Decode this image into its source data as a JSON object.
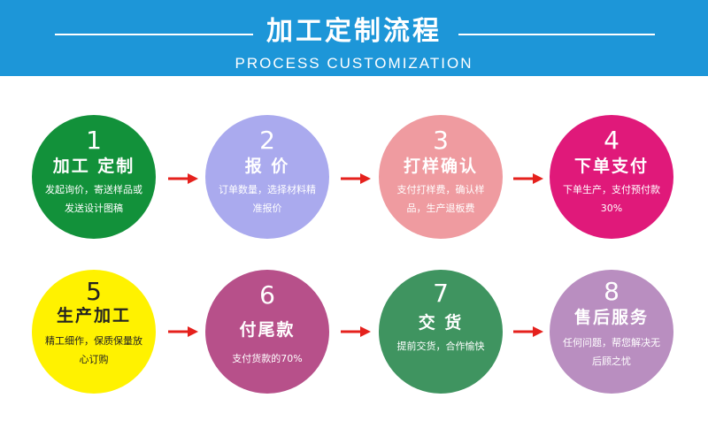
{
  "header": {
    "title": "加工定制流程",
    "subtitle": "PROCESS CUSTOMIZATION"
  },
  "steps": [
    {
      "number": "1",
      "name": "加工 定制",
      "desc": "发起询价，寄送样品或发送设计图稿",
      "color": "#12913a",
      "text_color": "#ffffff"
    },
    {
      "number": "2",
      "name": "报 价",
      "desc": "订单数量，选择材料精准报价",
      "color": "#aaaaee",
      "text_color": "#ffffff"
    },
    {
      "number": "3",
      "name": "打样确认",
      "desc": "支付打样费，确认样品，生产退板费",
      "color": "#ef9ba0",
      "text_color": "#ffffff"
    },
    {
      "number": "4",
      "name": "下单支付",
      "desc": "下单生产，支付预付款30%",
      "color": "#e0197a",
      "text_color": "#ffffff"
    },
    {
      "number": "5",
      "name": "生产加工",
      "desc": "精工细作，保质保量放心订购",
      "color": "#fff200",
      "text_color": "#222222"
    },
    {
      "number": "6",
      "name": "付尾款",
      "desc": "支付货款的70%",
      "color": "#b7508a",
      "text_color": "#ffffff"
    },
    {
      "number": "7",
      "name": "交 货",
      "desc": "提前交货，合作愉快",
      "color": "#3f9460",
      "text_color": "#ffffff"
    },
    {
      "number": "8",
      "name": "售后服务",
      "desc": "任何问题，帮您解决无后顾之忧",
      "color": "#b98ec0",
      "text_color": "#ffffff"
    }
  ],
  "arrow_color": "#e5211d"
}
